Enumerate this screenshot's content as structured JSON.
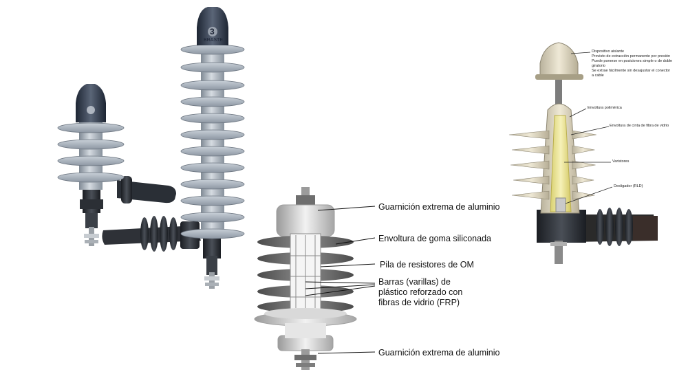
{
  "brand": {
    "mark": "3",
    "name": "BRASTE"
  },
  "labels": {
    "end_fitting_top": "Guarnición extrema de aluminio",
    "housing": "Envoltura de goma siliconada",
    "mo_stack": "Pila de resistores de OM",
    "frp_rods_1": "Barras (varillas) de",
    "frp_rods_2": "plástico reforzado con",
    "frp_rods_3": "fibras de vidrio (FRP)",
    "end_fitting_bottom": "Guarnición extrema de aluminio"
  },
  "right_labels": {
    "cap_1": "Dispositivo aislante",
    "cap_2": "Provisto de extracción permanente por presión",
    "cap_3": "Puede ponerse en posiciones simple o de doble",
    "cap_4": "giratorio",
    "cap_5": "Se extrae fácilmente sin desajustar el conector",
    "cap_6": "a cable",
    "housing": "Envoltura polimérica",
    "fiber_wrap": "Envoltura de cinta de fibra de vidrio",
    "varistors": "Varistores",
    "disconnector": "Desligador (RLD)"
  }
}
